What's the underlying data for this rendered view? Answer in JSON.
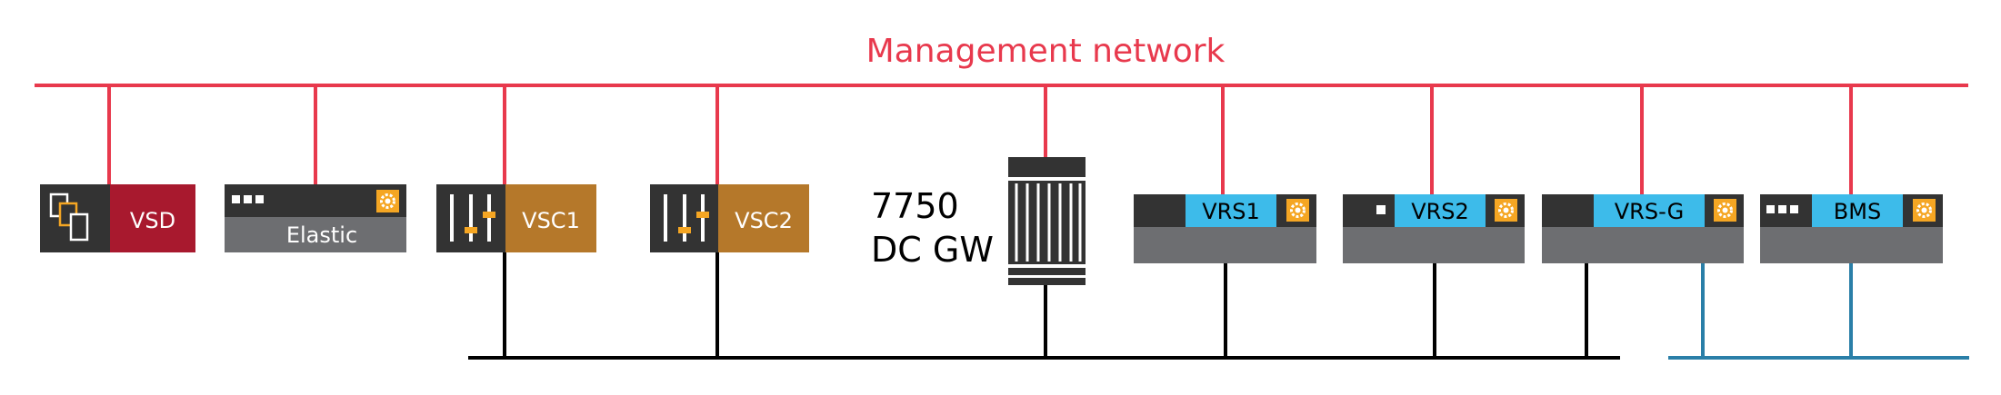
{
  "network": {
    "title": "Management network",
    "color": "#e8394d",
    "data_bus_color": "#000000",
    "bms_bus_color": "#2a7fa8"
  },
  "nodes": {
    "vsd": "VSD",
    "elastic": "Elastic",
    "vsc1": "VSC1",
    "vsc2": "VSC2",
    "gw_line1": "7750",
    "gw_line2": "DC GW",
    "vrs1": "VRS1",
    "vrs2": "VRS2",
    "vrsg": "VRS-G",
    "bms": "BMS"
  },
  "colors": {
    "dark": "#333333",
    "grey": "#6d6e71",
    "vsd_red": "#a8192e",
    "vsc_orange": "#b5782a",
    "vrs_blue": "#3dbbea",
    "gear_orange": "#f5a623"
  },
  "icons": [
    "copy-pages-icon",
    "dots-icon",
    "gear-icon",
    "sliders-icon",
    "router-icon"
  ]
}
